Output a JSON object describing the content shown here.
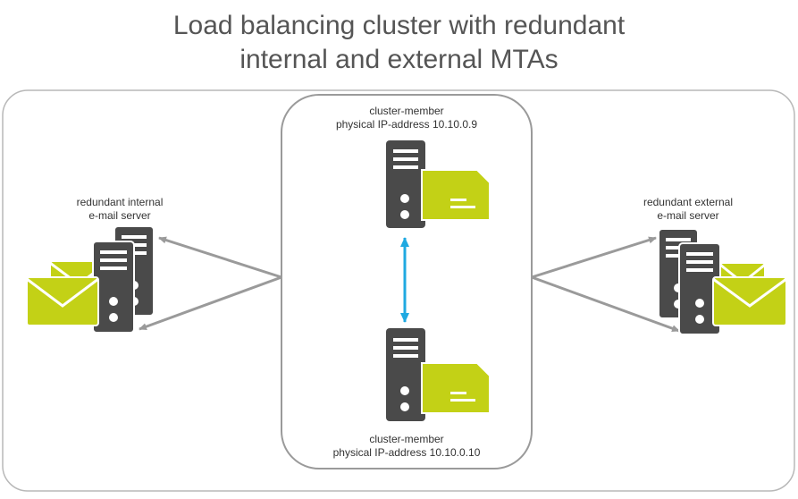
{
  "diagram": {
    "title_line1": "Load balancing cluster with redundant",
    "title_line2": "internal and external MTAs",
    "top_member": {
      "line1": "cluster-member",
      "line2": "physical IP-address 10.10.0.9"
    },
    "bottom_member": {
      "line1": "cluster-member",
      "line2": "physical IP-address 10.10.0.10"
    },
    "internal_server": {
      "line1": "redundant internal",
      "line2": "e-mail server"
    },
    "external_server": {
      "line1": "redundant external",
      "line2": "e-mail server"
    }
  },
  "colors": {
    "server": "#4a4a4a",
    "accent": "#c3d116",
    "sync_arrow": "#1fa9e1",
    "connector": "#9a9a9a",
    "frame": "#b8b8b8"
  },
  "icons": [
    "server-icon",
    "module-card-icon",
    "envelope-icon",
    "double-arrow-icon"
  ]
}
